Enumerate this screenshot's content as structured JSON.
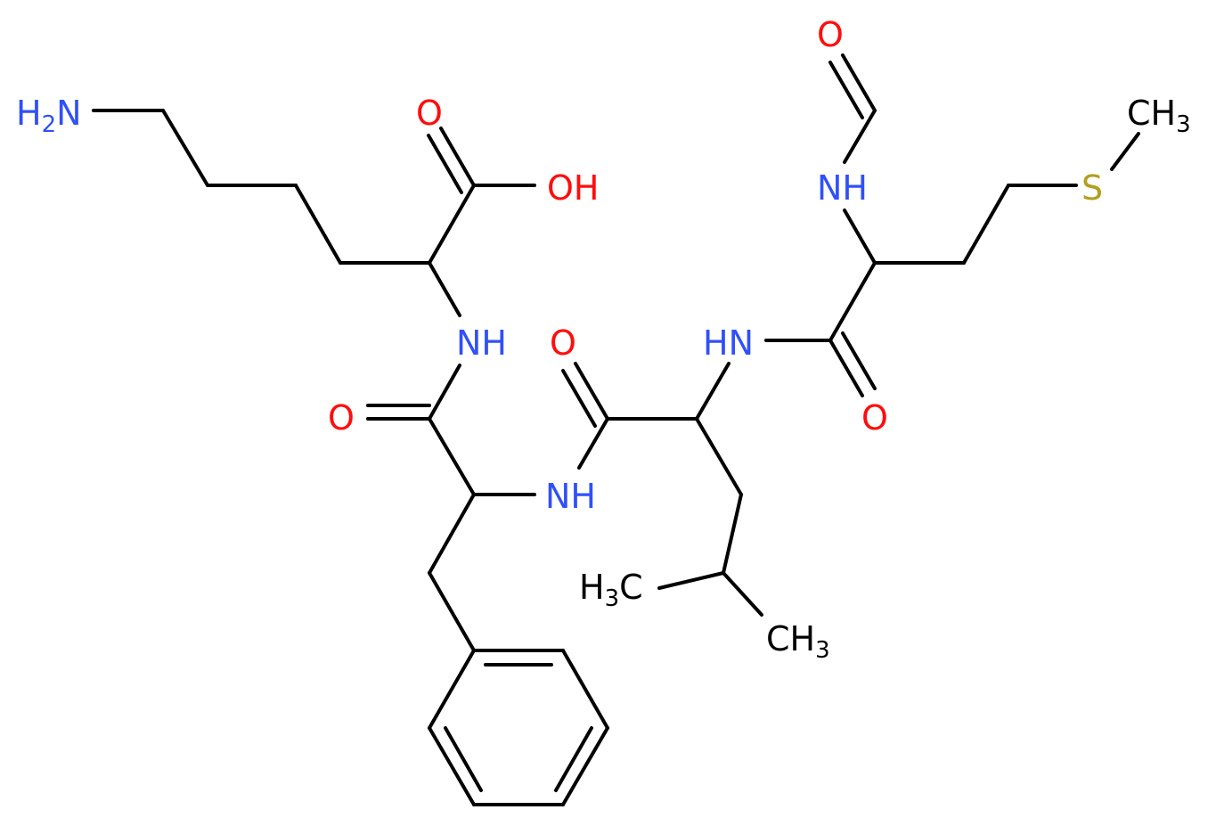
{
  "colors": {
    "nitrogen": "#3050F8",
    "oxygen": "#FF0D0D",
    "sulfur": "#B2A01E",
    "carbon": "#000000",
    "background": "#FFFFFF"
  },
  "labels": {
    "amine": {
      "main": "H",
      "sub": "2",
      "tail": "N"
    },
    "acid_carbonyl_o": "O",
    "acid_oh": "OH",
    "nh_lys": "NH",
    "o_phe": "O",
    "nh_phe": "NH",
    "o_leu": "O",
    "nh_leu": "HN",
    "o_met": "O",
    "nh_formyl": "NH",
    "o_formyl": "O",
    "sulfur": "S",
    "methyl_s": {
      "main": "CH",
      "sub": "3"
    },
    "methyl_left": {
      "main": "H",
      "sub": "3",
      "tail": "C"
    },
    "methyl_right": {
      "main": "CH",
      "sub": "3"
    }
  }
}
